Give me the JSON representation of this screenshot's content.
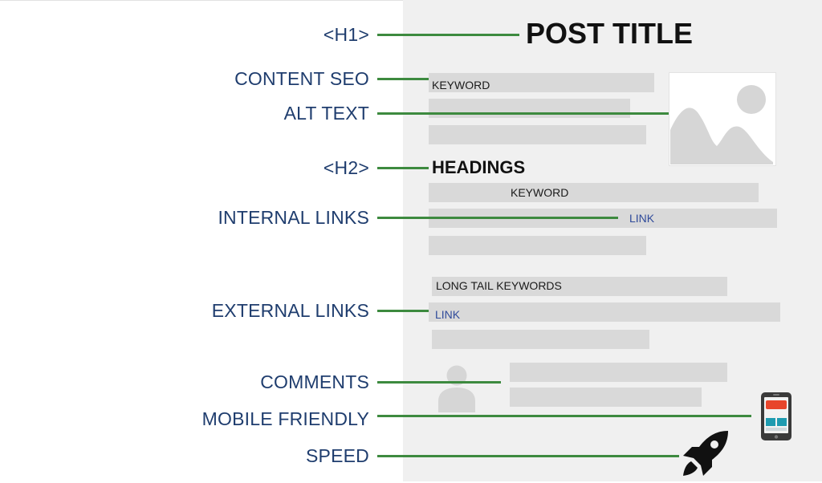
{
  "labels": {
    "h1": "<H1>",
    "content_seo": "CONTENT SEO",
    "alt_text": "ALT TEXT",
    "h2": "<H2>",
    "internal_links": "INTERNAL LINKS",
    "external_links": "EXTERNAL LINKS",
    "comments": "COMMENTS",
    "mobile_friendly": "MOBILE FRIENDLY",
    "speed": "SPEED"
  },
  "page": {
    "post_title": "POST TITLE",
    "keyword_1": "KEYWORD",
    "headings": "HEADINGS",
    "keyword_2": "KEYWORD",
    "link_internal": "LINK",
    "long_tail": "LONG TAIL KEYWORDS",
    "link_external": "LINK"
  },
  "icons": {
    "image": "image-placeholder-icon",
    "avatar": "user-avatar-icon",
    "phone": "mobile-phone-icon",
    "rocket": "rocket-icon"
  },
  "colors": {
    "label_text": "#1f3d6e",
    "connector": "#3d8a3f",
    "link_text": "#2f4a9a",
    "panel": "#f0f0f0",
    "placeholder": "#d9d9d9"
  }
}
